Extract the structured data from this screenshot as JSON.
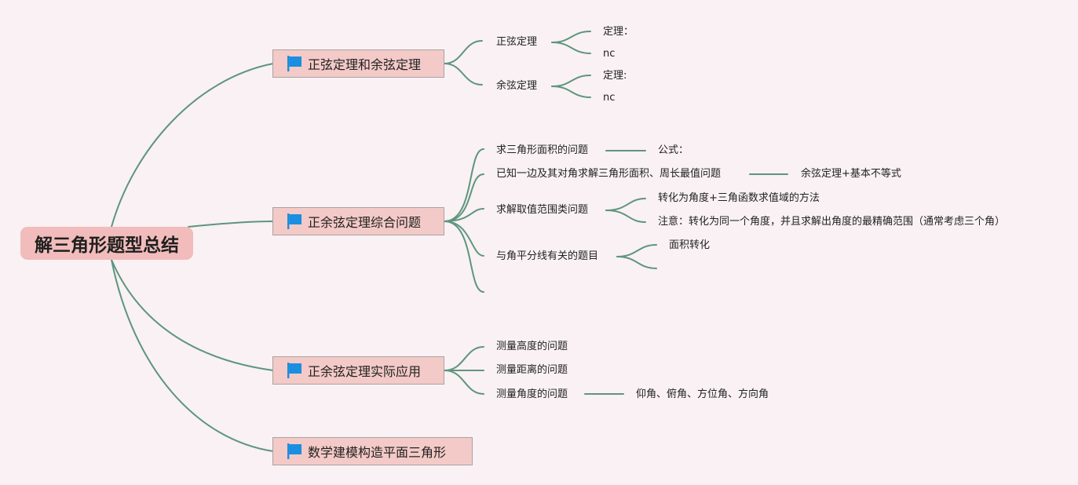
{
  "root": {
    "label": "解三角形题型总结"
  },
  "icons": {
    "topic": "flag-icon",
    "flag_color": "#1a8ee0"
  },
  "colors": {
    "background": "#f9f1f3",
    "root_fill": "#f1bcbb",
    "topic_fill": "#f3cac7",
    "edge": "#5e957f"
  },
  "branches": [
    {
      "label": "正弦定理和余弦定理",
      "children": [
        {
          "label": "正弦定理",
          "children": [
            {
              "label": "定理："
            },
            {
              "label": "nc"
            }
          ]
        },
        {
          "label": "余弦定理",
          "children": [
            {
              "label": "定理:"
            },
            {
              "label": "nc"
            }
          ]
        }
      ]
    },
    {
      "label": "正余弦定理综合问题",
      "children": [
        {
          "label": "求三角形面积的问题",
          "children": [
            {
              "label": "公式："
            }
          ]
        },
        {
          "label": "已知一边及其对角求解三角形面积、周长最值问题",
          "children": [
            {
              "label": "余弦定理+基本不等式"
            }
          ]
        },
        {
          "label": "求解取值范围类问题",
          "children": [
            {
              "label": "转化为角度+三角函数求值域的方法"
            },
            {
              "label": "注意：转化为同一个角度，并且求解出角度的最精确范围（通常考虑三个角）"
            }
          ]
        },
        {
          "label": "与角平分线有关的题目",
          "children": [
            {
              "label": "面积转化"
            },
            {
              "label": ""
            }
          ]
        },
        {
          "label": ""
        }
      ]
    },
    {
      "label": "正余弦定理实际应用",
      "children": [
        {
          "label": "测量高度的问题"
        },
        {
          "label": "测量距离的问题"
        },
        {
          "label": "测量角度的问题",
          "children": [
            {
              "label": "仰角、俯角、方位角、方向角"
            }
          ]
        }
      ]
    },
    {
      "label": "数学建模构造平面三角形"
    }
  ]
}
